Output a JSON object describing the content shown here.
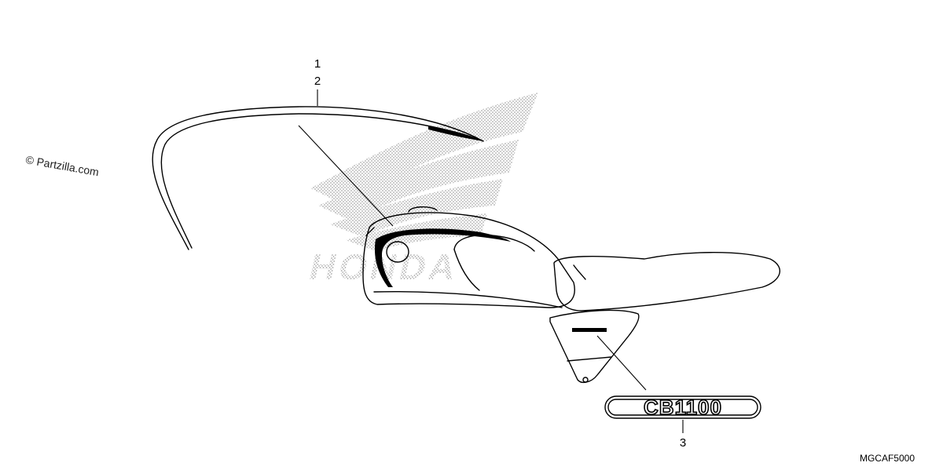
{
  "callouts": [
    "1",
    "2",
    "3"
  ],
  "watermark": "© Partzilla.com",
  "emblem_text": "CB1100",
  "background_logo_text": "HONDA",
  "figure_code": "MGCAF5000",
  "colors": {
    "ink": "#000000",
    "stipple": "#9a9a9a",
    "background": "#ffffff"
  }
}
